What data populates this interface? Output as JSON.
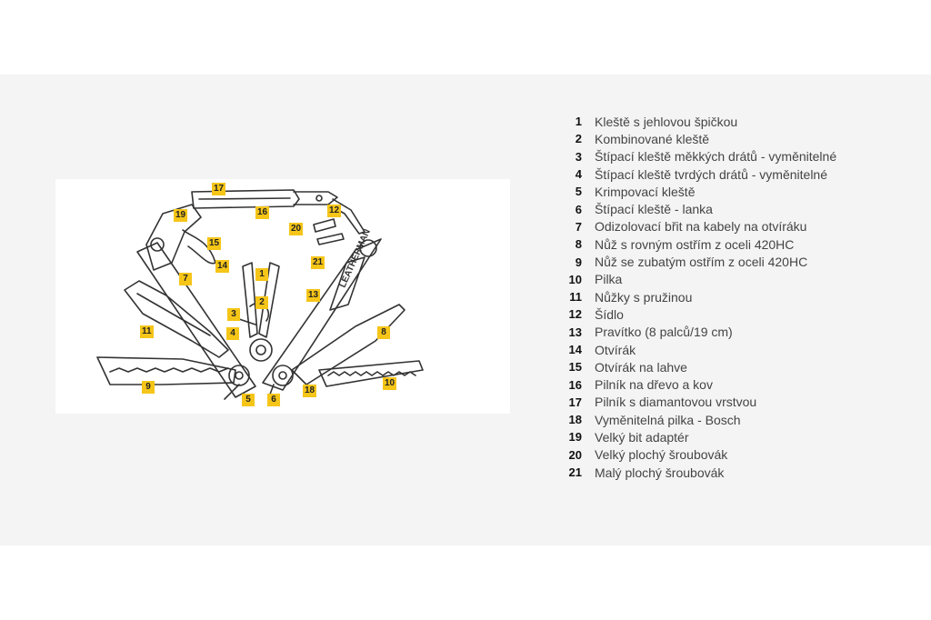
{
  "colors": {
    "callout": "#f5c518",
    "panel": "#f4f4f4",
    "text": "#444444"
  },
  "diagram": {
    "callouts": [
      "17",
      "16",
      "12",
      "19",
      "20",
      "15",
      "14",
      "21",
      "7",
      "1",
      "13",
      "2",
      "3",
      "11",
      "4",
      "8",
      "9",
      "10",
      "5",
      "6",
      "18"
    ],
    "logo_text": "LEATHERMAN"
  },
  "legend": [
    {
      "num": "1",
      "label": "Kleště s jehlovou špičkou"
    },
    {
      "num": "2",
      "label": "Kombinované kleště"
    },
    {
      "num": "3",
      "label": "Štípací kleště měkkých drátů - vyměnitelné"
    },
    {
      "num": "4",
      "label": "Štípací kleště tvrdých drátů - vyměnitelné"
    },
    {
      "num": "5",
      "label": "Krimpovací kleště"
    },
    {
      "num": "6",
      "label": "Štípací kleště - lanka"
    },
    {
      "num": "7",
      "label": "Odizolovací břit na kabely na otvíráku"
    },
    {
      "num": "8",
      "label": "Nůž s rovným ostřím z oceli 420HC"
    },
    {
      "num": "9",
      "label": "Nůž se zubatým ostřím z oceli 420HC"
    },
    {
      "num": "10",
      "label": "Pilka"
    },
    {
      "num": "11",
      "label": "Nůžky s pružinou"
    },
    {
      "num": "12",
      "label": "Šídlo"
    },
    {
      "num": "13",
      "label": "Pravítko (8 palců/19 cm)"
    },
    {
      "num": "14",
      "label": "Otvírák"
    },
    {
      "num": "15",
      "label": "Otvírák na lahve"
    },
    {
      "num": "16",
      "label": "Pilník na dřevo a kov"
    },
    {
      "num": "17",
      "label": "Pilník s diamantovou vrstvou"
    },
    {
      "num": "18",
      "label": "Vyměnitelná pilka - Bosch"
    },
    {
      "num": "19",
      "label": "Velký bit adaptér"
    },
    {
      "num": "20",
      "label": "Velký plochý šroubovák"
    },
    {
      "num": "21",
      "label": "Malý plochý šroubovák"
    }
  ]
}
